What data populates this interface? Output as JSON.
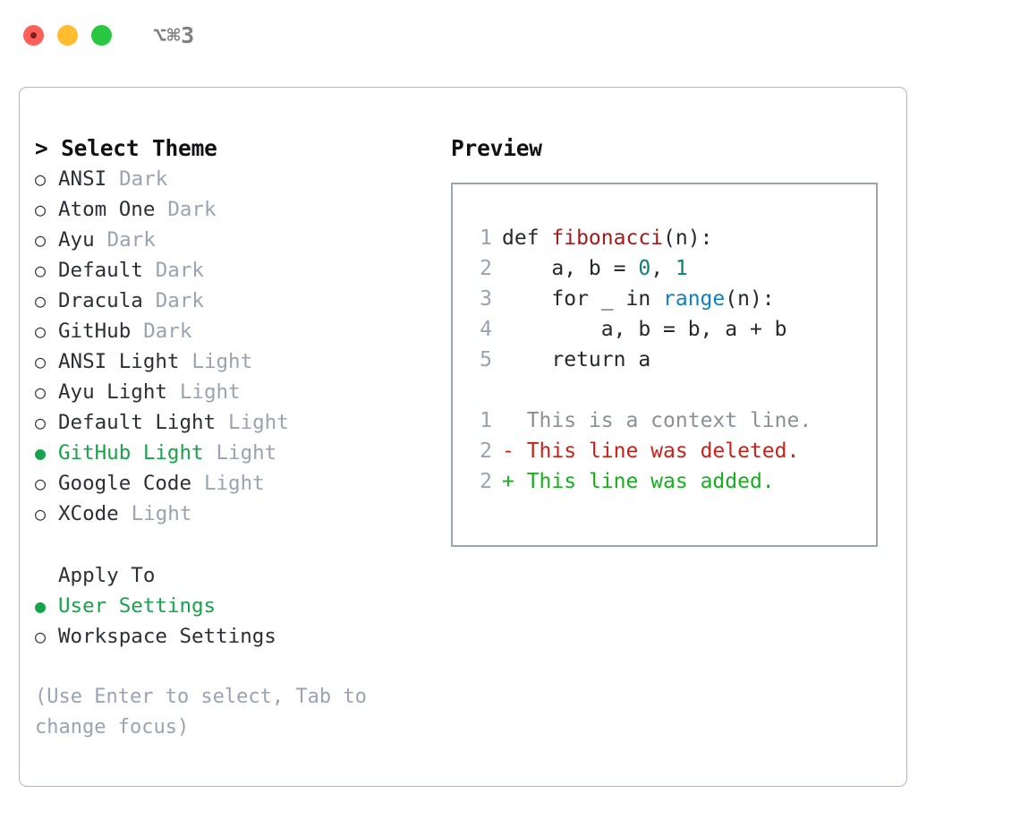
{
  "window": {
    "title": "⌥⌘3",
    "controls": [
      {
        "name": "close",
        "color": "#ff5f57"
      },
      {
        "name": "minimize",
        "color": "#febc2e"
      },
      {
        "name": "maximize",
        "color": "#28c840"
      }
    ]
  },
  "theme_picker": {
    "header": "> Select Theme",
    "selected_bullet": "●",
    "unselected_bullet": "○",
    "accent_color": "#16a34a",
    "items": [
      {
        "label": "ANSI",
        "variant": "Dark",
        "selected": false
      },
      {
        "label": "Atom One",
        "variant": "Dark",
        "selected": false
      },
      {
        "label": "Ayu",
        "variant": "Dark",
        "selected": false
      },
      {
        "label": "Default",
        "variant": "Dark",
        "selected": false
      },
      {
        "label": "Dracula",
        "variant": "Dark",
        "selected": false
      },
      {
        "label": "GitHub",
        "variant": "Dark",
        "selected": false
      },
      {
        "label": "ANSI Light",
        "variant": "Light",
        "selected": false
      },
      {
        "label": "Ayu Light",
        "variant": "Light",
        "selected": false
      },
      {
        "label": "Default Light",
        "variant": "Light",
        "selected": false
      },
      {
        "label": "GitHub Light",
        "variant": "Light",
        "selected": true
      },
      {
        "label": "Google Code",
        "variant": "Light",
        "selected": false
      },
      {
        "label": "XCode",
        "variant": "Light",
        "selected": false
      }
    ]
  },
  "apply_to": {
    "header": "Apply To",
    "items": [
      {
        "label": "User Settings",
        "selected": true
      },
      {
        "label": "Workspace Settings",
        "selected": false
      }
    ]
  },
  "hint": "(Use Enter to select, Tab to change focus)",
  "preview": {
    "header": "Preview",
    "code_lines": [
      {
        "no": "1",
        "segments": [
          {
            "text": "def ",
            "tok": "plain"
          },
          {
            "text": "fibonacci",
            "tok": "fn"
          },
          {
            "text": "(n):",
            "tok": "plain"
          }
        ]
      },
      {
        "no": "2",
        "segments": [
          {
            "text": "    a, b = ",
            "tok": "plain"
          },
          {
            "text": "0",
            "tok": "num"
          },
          {
            "text": ", ",
            "tok": "plain"
          },
          {
            "text": "1",
            "tok": "num"
          }
        ]
      },
      {
        "no": "3",
        "segments": [
          {
            "text": "    for _ in ",
            "tok": "plain"
          },
          {
            "text": "range",
            "tok": "call"
          },
          {
            "text": "(n):",
            "tok": "plain"
          }
        ]
      },
      {
        "no": "4",
        "segments": [
          {
            "text": "        a, b = b, a + b",
            "tok": "plain"
          }
        ]
      },
      {
        "no": "5",
        "segments": [
          {
            "text": "    return a",
            "tok": "plain"
          }
        ]
      }
    ],
    "diff_lines": [
      {
        "no": "1",
        "marker": "  ",
        "text": "This is a context line.",
        "tok": "ctx"
      },
      {
        "no": "2",
        "marker": "- ",
        "text": "This line was deleted.",
        "tok": "del"
      },
      {
        "no": "2",
        "marker": "+ ",
        "text": "This line was added.",
        "tok": "add"
      }
    ],
    "colors": {
      "function": "#a6191b",
      "number": "#0f7d78",
      "builtin": "#0f80c1",
      "context": "#8b8f96",
      "deleted": "#cc1f16",
      "added": "#14b01c",
      "lineno": "#9aa3b2"
    }
  }
}
